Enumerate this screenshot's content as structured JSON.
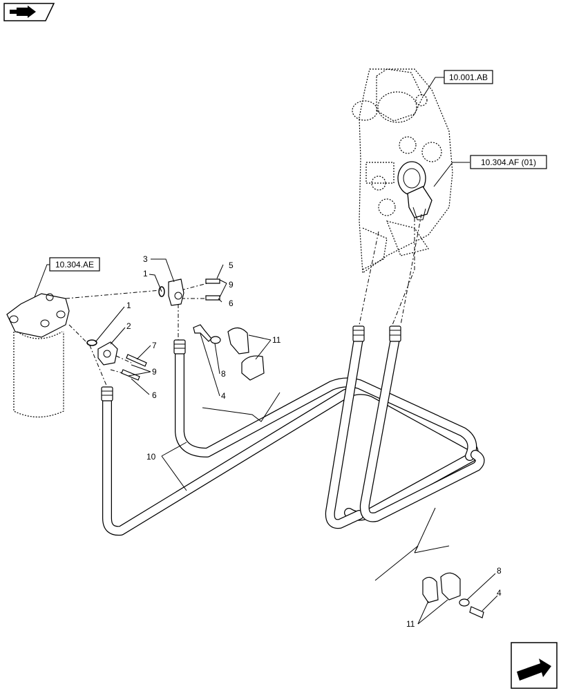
{
  "references": {
    "engine_block": "10.001.AB",
    "filter_head": "10.304.AF (01)",
    "fuel_filter": "10.304.AE"
  },
  "callouts": {
    "c1a": "1",
    "c1b": "1",
    "c2": "2",
    "c3": "3",
    "c4a": "4",
    "c4b": "4",
    "c5": "5",
    "c6a": "6",
    "c6b": "6",
    "c7": "7",
    "c8a": "8",
    "c8b": "8",
    "c9a": "9",
    "c9b": "9",
    "c10": "10",
    "c11a": "11",
    "c11b": "11"
  },
  "navigation": {
    "top_left_icon": "book-arrow-icon",
    "bottom_right_icon": "next-page-arrow-icon"
  }
}
